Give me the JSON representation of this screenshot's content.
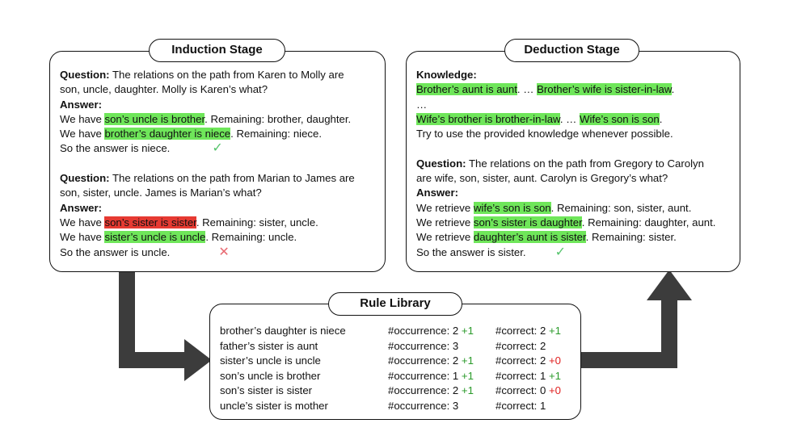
{
  "induction": {
    "title": "Induction Stage",
    "example1": {
      "question_label": "Question:",
      "question_text_1": " The relations on the path from Karen to Molly are",
      "question_text_2": "son, uncle, daughter. Molly is Karen’s what?",
      "answer_label": "Answer:",
      "steps": [
        {
          "prefix": "We have ",
          "rule": "son’s uncle is brother",
          "suffix": ". Remaining: brother, daughter.",
          "status": "green"
        },
        {
          "prefix": "We have ",
          "rule": "brother’s daughter is niece",
          "suffix": ". Remaining: niece.",
          "status": "green"
        }
      ],
      "conclusion": "So the answer is niece.",
      "mark": "✓"
    },
    "example2": {
      "question_label": "Question:",
      "question_text_1": " The relations on the path from Marian to James are",
      "question_text_2": "son, sister, uncle. James is Marian’s what?",
      "answer_label": "Answer:",
      "steps": [
        {
          "prefix": "We have ",
          "rule": "son’s sister is sister",
          "suffix": ". Remaining: sister, uncle.",
          "status": "red"
        },
        {
          "prefix": "We have ",
          "rule": "sister’s uncle is uncle",
          "suffix": ". Remaining: uncle.",
          "status": "green"
        }
      ],
      "conclusion": "So the answer is uncle.",
      "mark": "✕"
    }
  },
  "deduction": {
    "title": "Deduction Stage",
    "knowledge_label": "Knowledge:",
    "knowledge_line1": {
      "a": "Brother’s aunt is aunt",
      "sep": ". … ",
      "b": "Brother’s wife is sister-in-law",
      "end": "."
    },
    "ellipsis": "…",
    "knowledge_line2": {
      "a": "Wife’s brother is brother-in-law",
      "sep": ". … ",
      "b": "Wife’s son is son",
      "end": "."
    },
    "instruction": "Try to use the provided knowledge whenever possible.",
    "question_label": "Question:",
    "question_text_1": " The relations on the path from Gregory to Carolyn",
    "question_text_2": "are wife, son, sister, aunt. Carolyn is Gregory’s what?",
    "answer_label": "Answer:",
    "steps": [
      {
        "prefix": "We retrieve ",
        "rule": "wife’s son is son",
        "suffix": ". Remaining: son, sister, aunt."
      },
      {
        "prefix": "We retrieve ",
        "rule": "son’s sister is daughter",
        "suffix": ". Remaining: daughter, aunt."
      },
      {
        "prefix": "We retrieve ",
        "rule": "daughter’s aunt is sister",
        "suffix": ". Remaining: sister."
      }
    ],
    "conclusion": "So the answer is sister.",
    "mark": "✓"
  },
  "library": {
    "title": "Rule Library",
    "rows": [
      {
        "rule": "brother’s daughter is niece",
        "occ": "#occurrence: 2",
        "occ_delta": "+1",
        "cor": "#correct: 2",
        "cor_delta": "+1",
        "cor_delta_type": "plus"
      },
      {
        "rule": "father’s sister is aunt",
        "occ": "#occurrence: 3",
        "occ_delta": "",
        "cor": "#correct: 2",
        "cor_delta": "",
        "cor_delta_type": "plus"
      },
      {
        "rule": "sister’s uncle is uncle",
        "occ": "#occurrence: 2",
        "occ_delta": "+1",
        "cor": "#correct: 2",
        "cor_delta": "+0",
        "cor_delta_type": "zero"
      },
      {
        "rule": "son’s uncle is brother",
        "occ": "#occurrence: 1",
        "occ_delta": "+1",
        "cor": "#correct: 1",
        "cor_delta": "+1",
        "cor_delta_type": "plus"
      },
      {
        "rule": "son’s sister is sister",
        "occ": "#occurrence: 2",
        "occ_delta": "+1",
        "cor": "#correct: 0",
        "cor_delta": "+0",
        "cor_delta_type": "zero"
      },
      {
        "rule": "uncle’s sister is mother",
        "occ": "#occurrence: 3",
        "occ_delta": "",
        "cor": "#correct: 1",
        "cor_delta": "",
        "cor_delta_type": "plus"
      }
    ]
  },
  "colors": {
    "highlight_green": "#6fe65a",
    "highlight_red": "#e63a32",
    "arrow": "#3c3c3c",
    "check": "#56c46c",
    "cross": "#e86a72",
    "delta_plus": "#2a9a2a",
    "delta_zero": "#e02020"
  }
}
